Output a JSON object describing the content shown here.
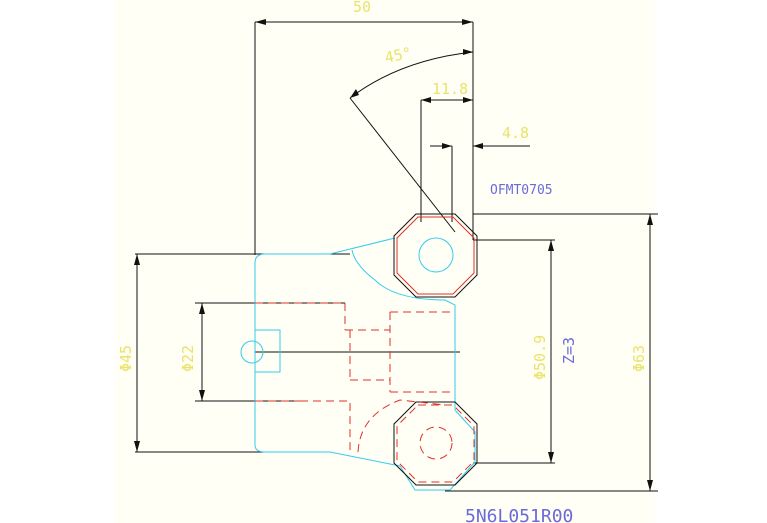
{
  "drawing": {
    "dim_width": "50",
    "dim_angle": "45°",
    "dim_11_8": "11.8",
    "dim_4_8": "4.8",
    "insert_code": "OFMT0705",
    "dim_d45": "Φ45",
    "dim_d22": "Φ22",
    "dim_d50_9": "Φ50.9",
    "teeth": "Z=3",
    "dim_d63": "Φ63",
    "part_number": "5N6L051R00"
  },
  "colors": {
    "dimension_text": "#eae36b",
    "label_text": "#6b6ad8",
    "body_outline": "#33ccee",
    "hidden_lines": "#e0302a",
    "dimension_lines": "#111111"
  }
}
